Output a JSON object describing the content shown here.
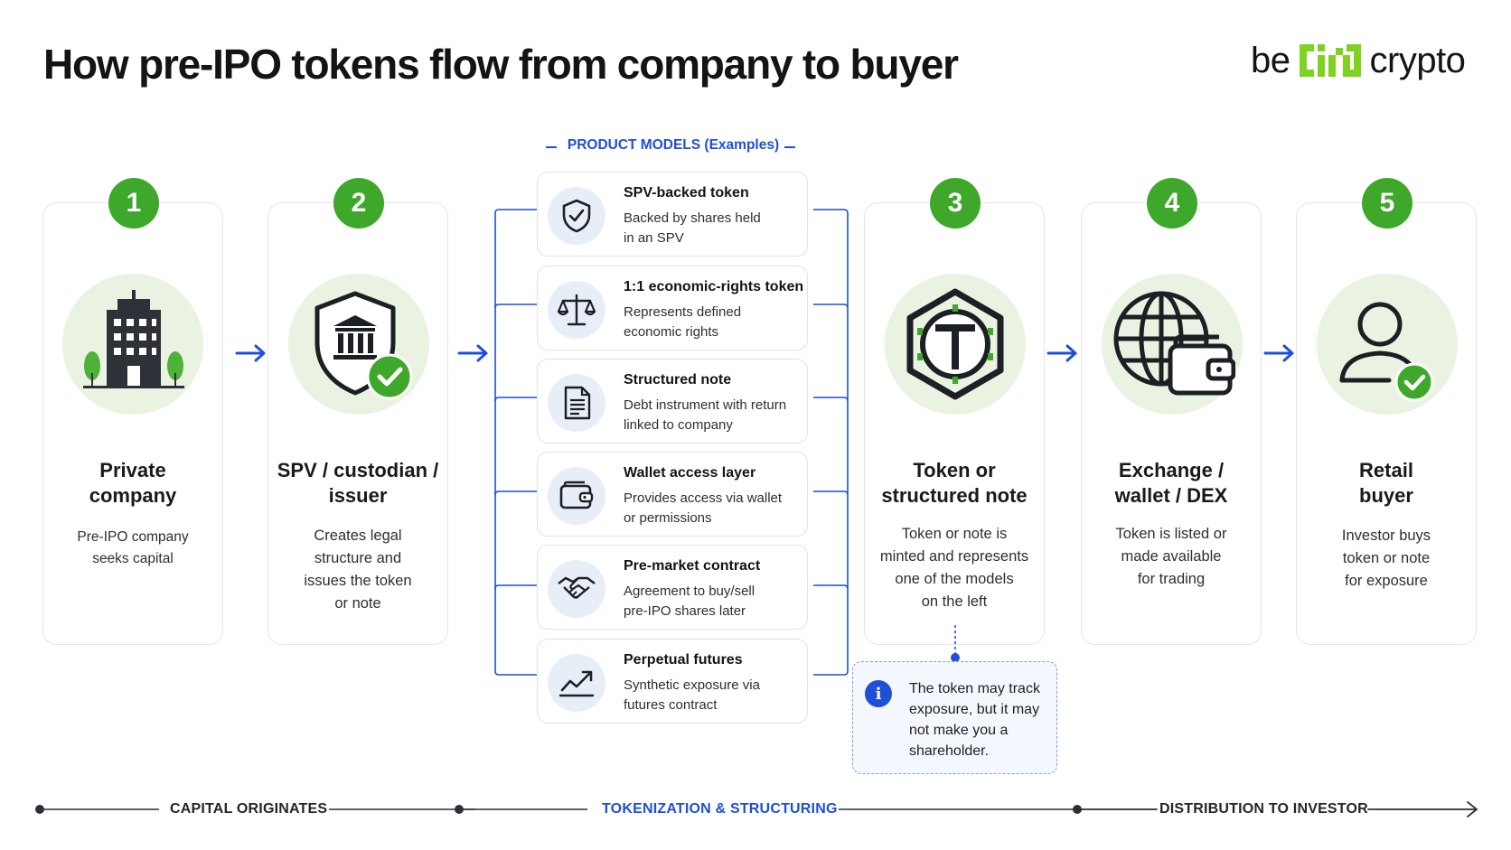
{
  "title": "How pre-IPO tokens flow from company to buyer",
  "logo": {
    "left": "be",
    "right": "crypto",
    "accent_color": "#7ed321"
  },
  "colors": {
    "green": "#3ea82a",
    "blue": "#1f4fd6",
    "light_green": "#eaf3e2"
  },
  "steps": [
    {
      "number": "1",
      "title_line1": "Private",
      "title_line2": "company",
      "desc_lines": [
        "Pre-IPO company",
        "seeks capital"
      ],
      "icon": "building-icon"
    },
    {
      "number": "2",
      "title_line1": "SPV / custodian /",
      "title_line2": "issuer",
      "desc_lines": [
        "Creates legal",
        "structure and",
        "issues the token",
        "or note"
      ],
      "icon": "shield-bank-icon"
    },
    {
      "number": "3",
      "title_line1": "Token or",
      "title_line2": "structured note",
      "desc_lines": [
        "Token or note is",
        "minted and represents",
        "one of the models",
        "on the left"
      ],
      "icon": "token-icon"
    },
    {
      "number": "4",
      "title_line1": "Exchange /",
      "title_line2": "wallet / DEX",
      "desc_lines": [
        "Token is listed or",
        "made available",
        "for trading"
      ],
      "icon": "globe-wallet-icon"
    },
    {
      "number": "5",
      "title_line1": "Retail",
      "title_line2": "buyer",
      "desc_lines": [
        "Investor buys",
        "token or note",
        "for exposure"
      ],
      "icon": "user-check-icon"
    }
  ],
  "product_models": {
    "header": "PRODUCT MODELS (Examples)",
    "items": [
      {
        "title": "SPV-backed token",
        "desc_lines": [
          "Backed by shares held",
          "in an SPV"
        ],
        "icon": "shield-check-icon"
      },
      {
        "title": "1:1 economic-rights token",
        "desc_lines": [
          "Represents defined",
          "economic rights"
        ],
        "icon": "scales-icon"
      },
      {
        "title": "Structured note",
        "desc_lines": [
          "Debt instrument with return",
          "linked to company"
        ],
        "icon": "document-icon"
      },
      {
        "title": "Wallet access layer",
        "desc_lines": [
          "Provides access via wallet",
          "or permissions"
        ],
        "icon": "wallet-icon"
      },
      {
        "title": "Pre-market contract",
        "desc_lines": [
          "Agreement to buy/sell",
          "pre-IPO shares later"
        ],
        "icon": "handshake-icon"
      },
      {
        "title": "Perpetual futures",
        "desc_lines": [
          "Synthetic exposure via",
          "futures contract"
        ],
        "icon": "chart-up-icon"
      }
    ]
  },
  "note": {
    "icon": "info-icon",
    "lines": [
      "The token may track",
      "exposure, but it may",
      "not make you a",
      "shareholder."
    ]
  },
  "stages": [
    "CAPITAL ORIGINATES",
    "TOKENIZATION & STRUCTURING",
    "DISTRIBUTION TO INVESTOR"
  ]
}
